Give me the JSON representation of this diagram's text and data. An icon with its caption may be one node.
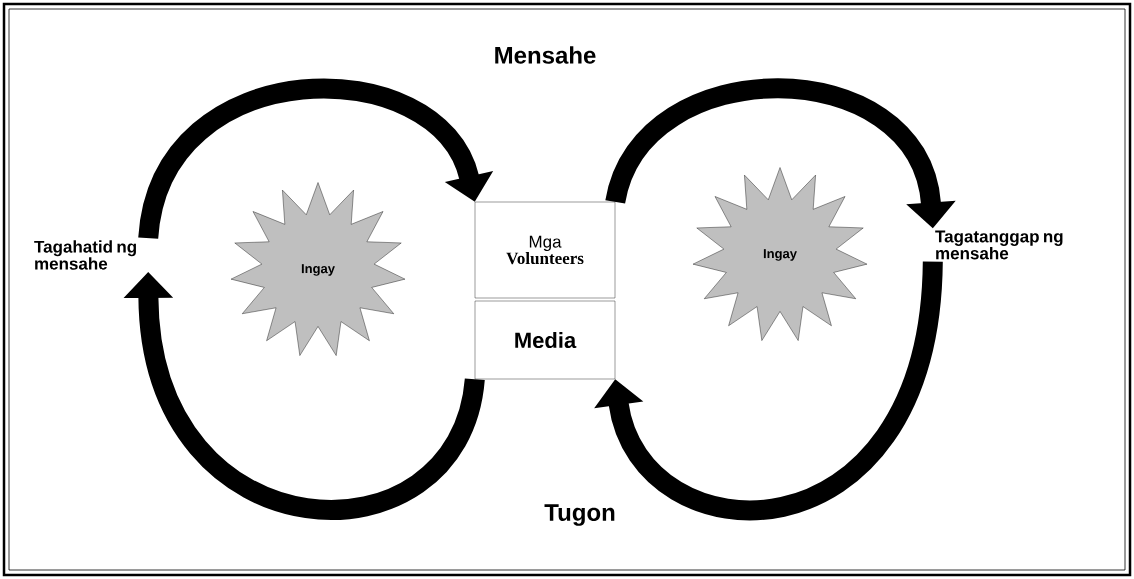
{
  "diagram": {
    "nodes": [
      {
        "text": [
          "Tagahatid ng mensahe"
        ]
      },
      {
        "text": [
          "Ingay"
        ]
      },
      {
        "text": [
          "Mga",
          "Volunteers"
        ]
      },
      {
        "text": [
          "Media"
        ]
      },
      {
        "text": [
          "Ingay"
        ]
      },
      {
        "text": [
          "Tagatanggap ng mensahe"
        ]
      }
    ],
    "edges": [
      {
        "from": 0,
        "to": 2,
        "arrow": "to"
      },
      {
        "from": 2,
        "to": 5,
        "arrow": "to"
      },
      {
        "from": 5,
        "to": 3,
        "arrow": "to"
      },
      {
        "from": 3,
        "to": 0,
        "arrow": "to"
      }
    ],
    "labels": [
      "Mensahe",
      "Tugon"
    ]
  }
}
